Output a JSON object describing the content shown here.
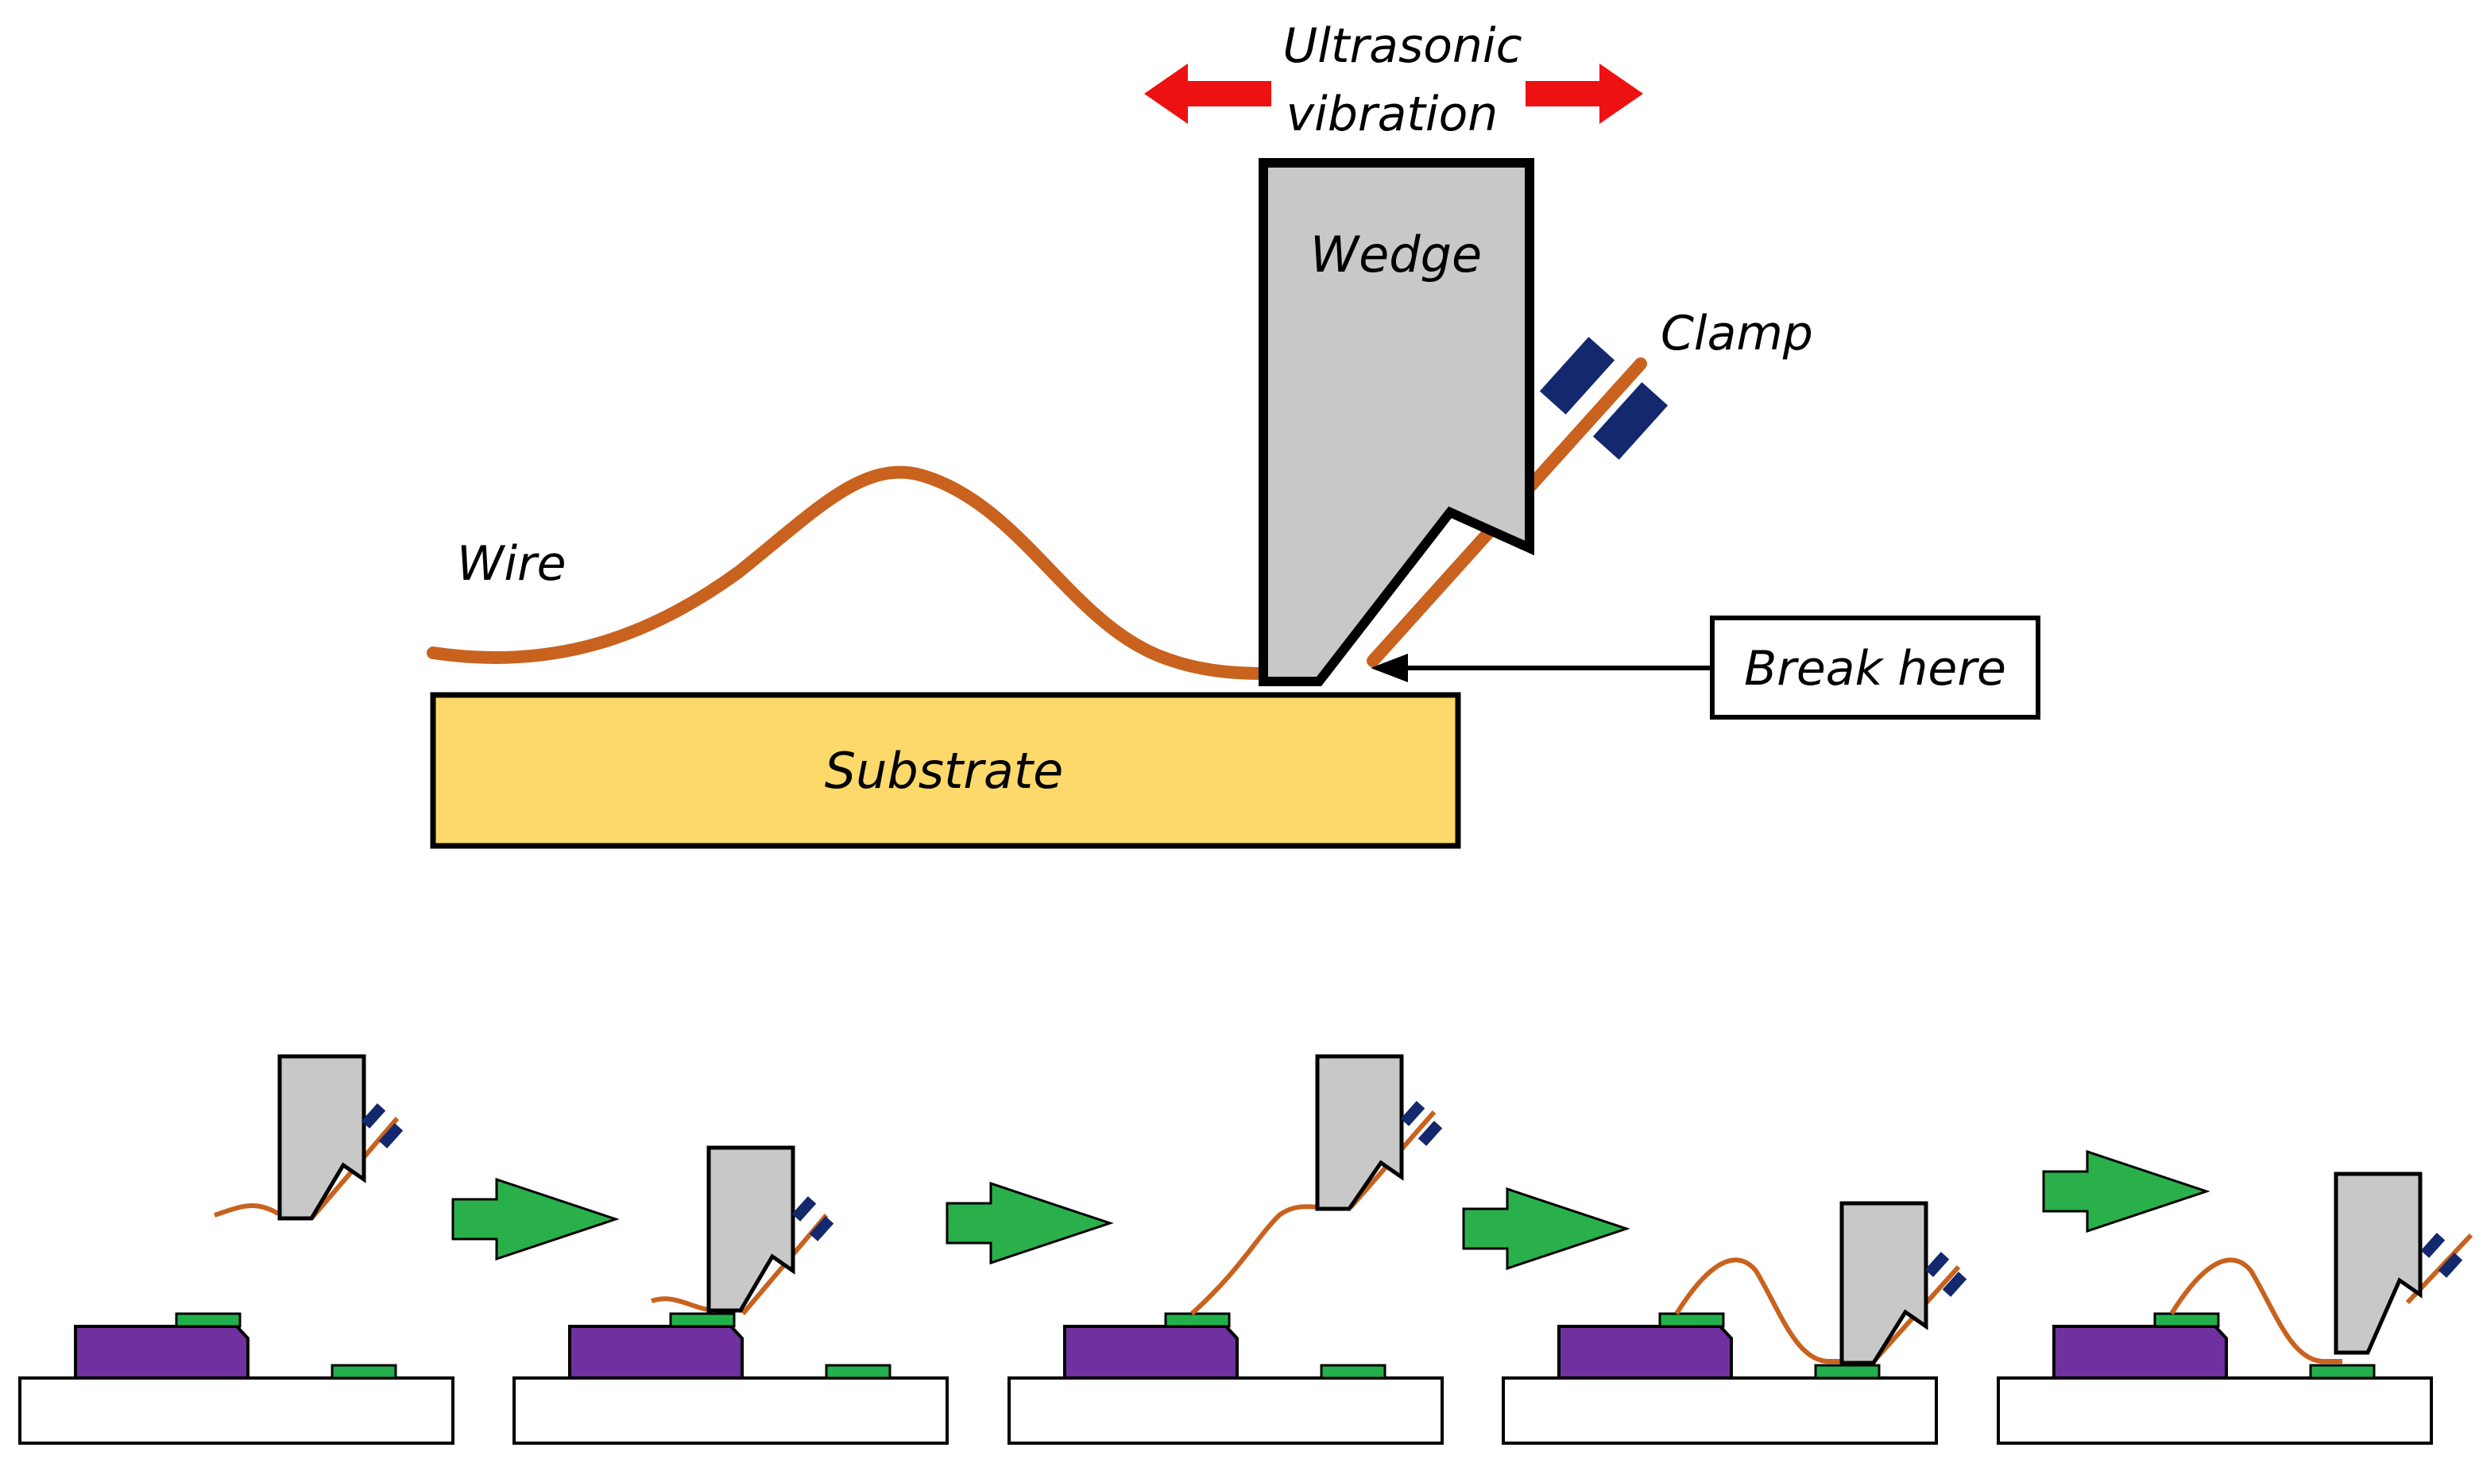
{
  "labels": {
    "ultrasonic_line1": "Ultrasonic",
    "ultrasonic_line2": "vibration",
    "wedge": "Wedge",
    "clamp": "Clamp",
    "wire": "Wire",
    "substrate": "Substrate",
    "break_here": "Break here"
  },
  "colors": {
    "wire": "#c8621e",
    "wedge_fill": "#c8c8c8",
    "clamp": "#14286e",
    "substrate": "#fcd96a",
    "vibration_arrow": "#ee1111",
    "step_arrow": "#2ab04a",
    "chip": "#7030a0",
    "pad": "#22b04c",
    "base": "#ffffff"
  },
  "icons": {
    "vibration_left": "arrow-left",
    "vibration_right": "arrow-right",
    "step_arrow": "arrow-right"
  }
}
